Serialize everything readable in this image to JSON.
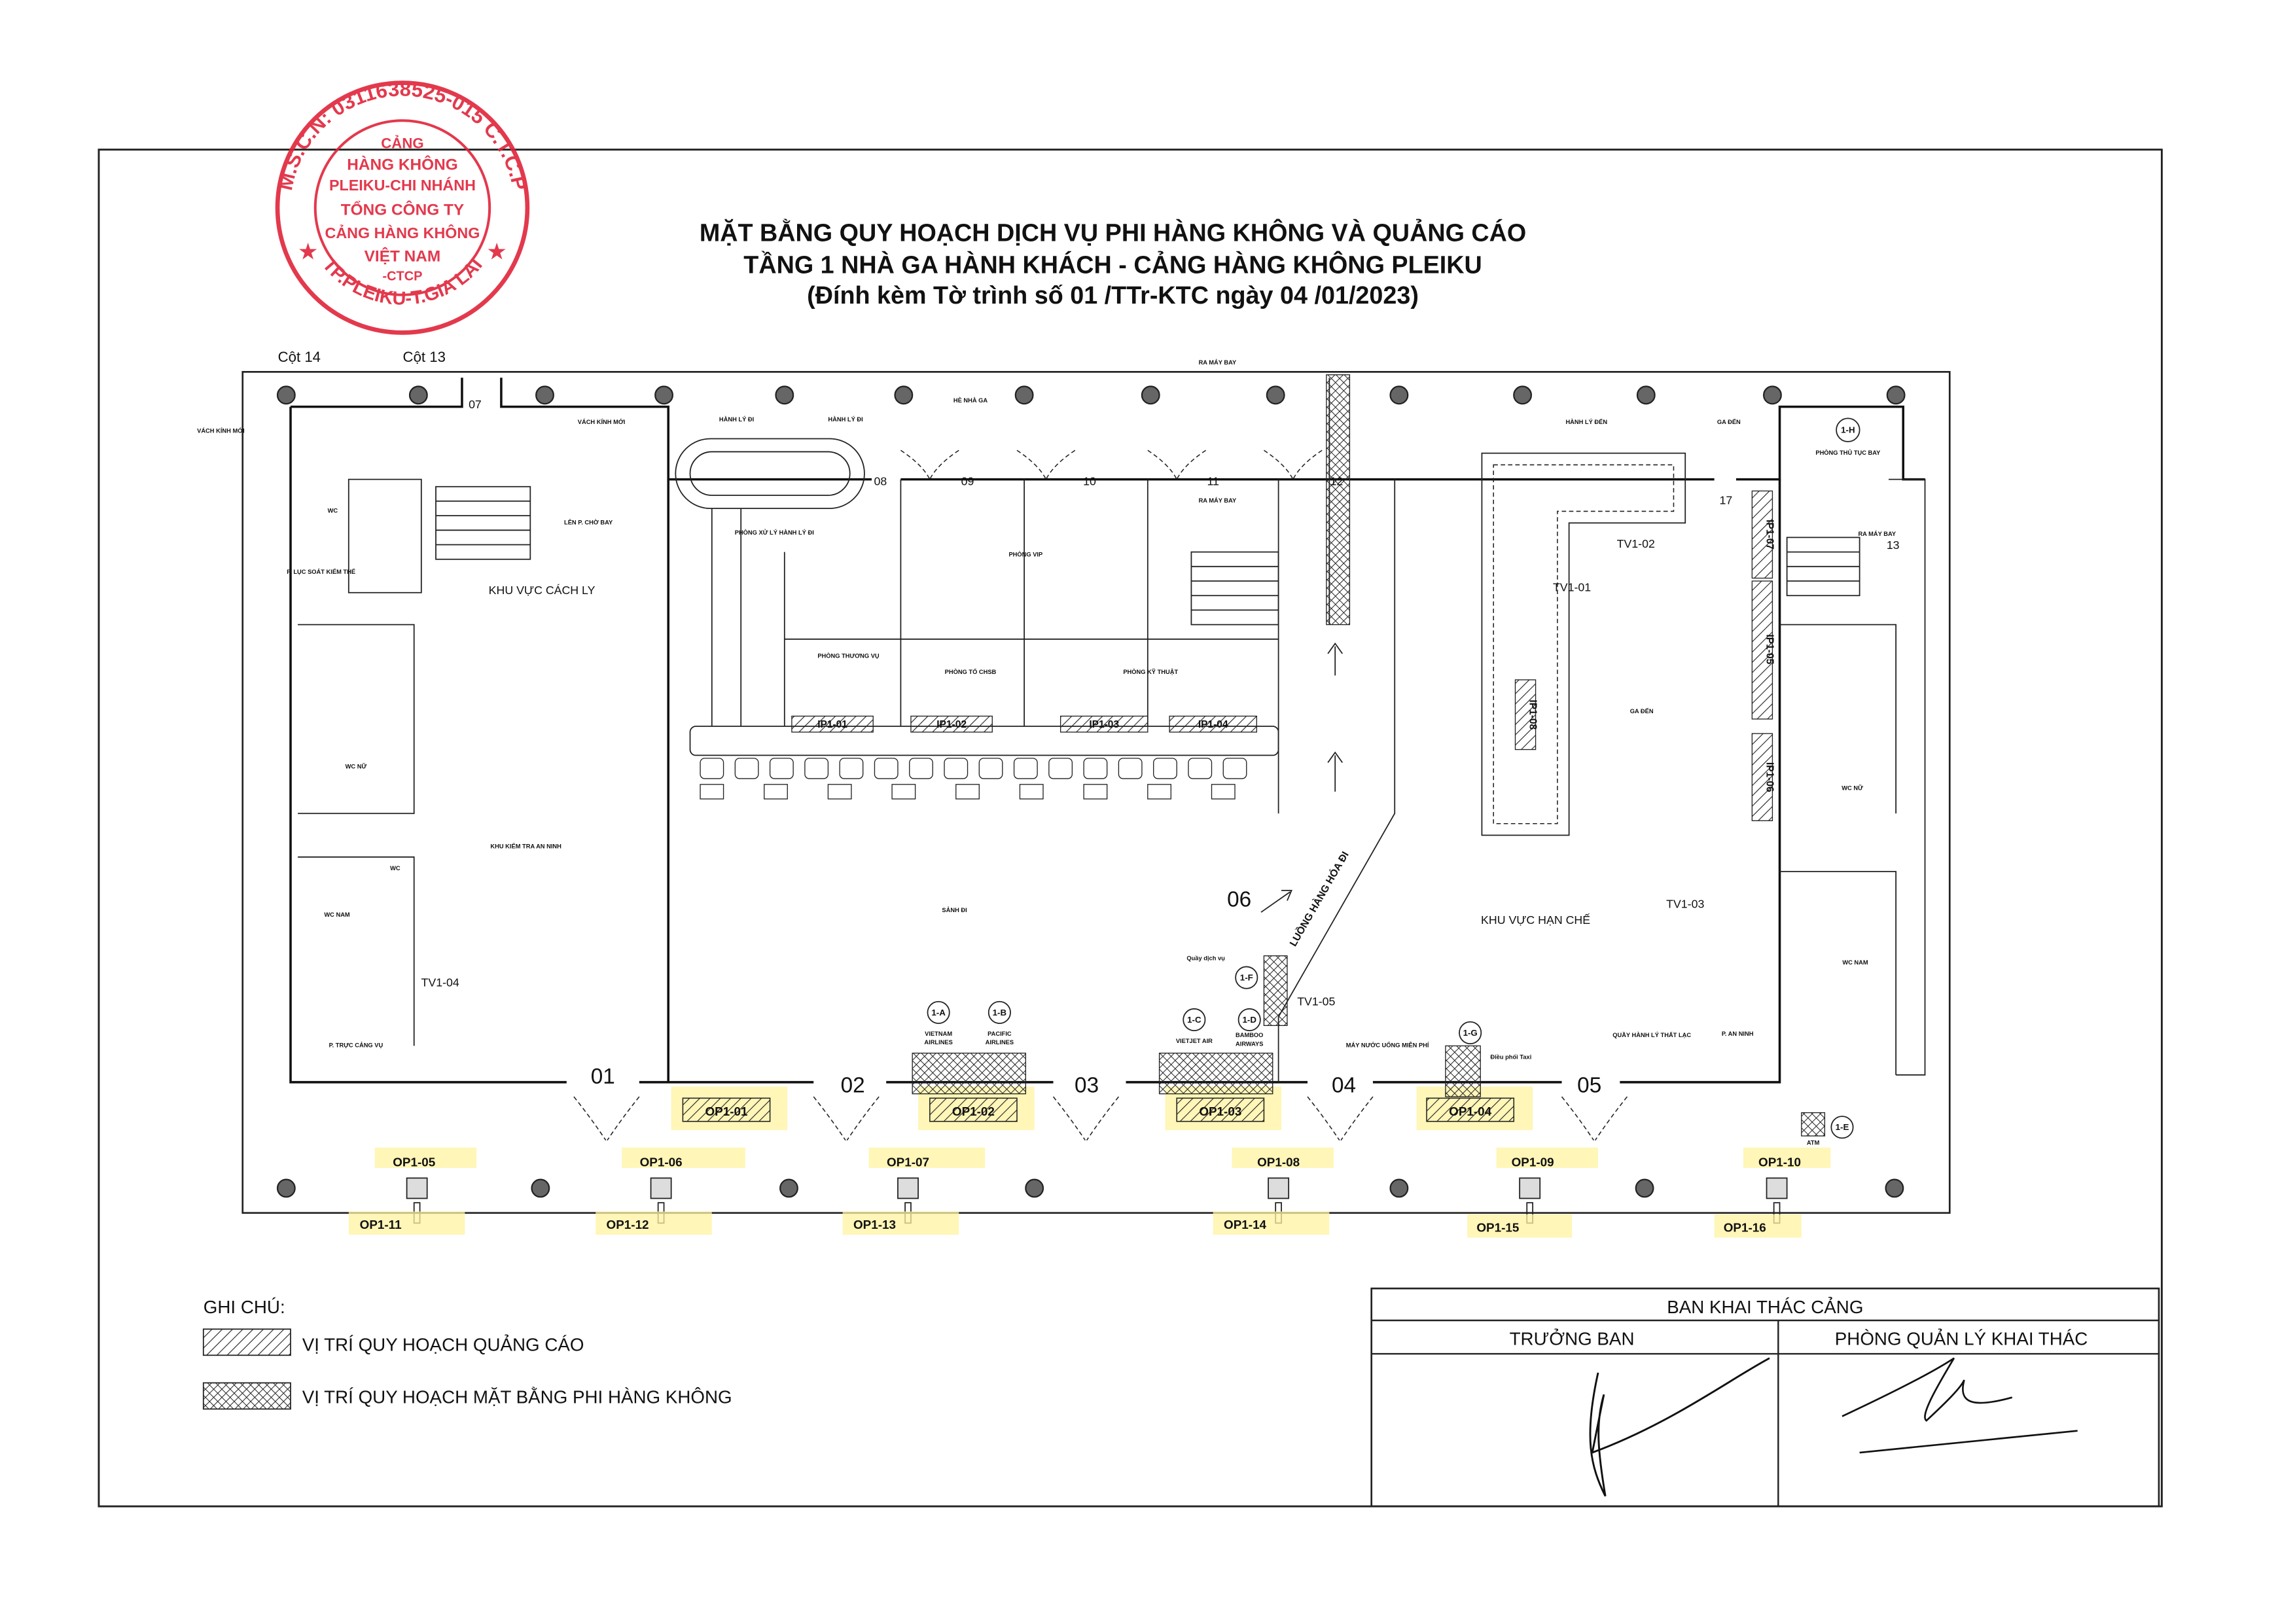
{
  "document": {
    "title_line1": "MẶT BẰNG QUY HOẠCH DỊCH VỤ PHI HÀNG KHÔNG VÀ QUẢNG CÁO",
    "title_line2": "TẦNG 1 NHÀ GA HÀNH KHÁCH - CẢNG HÀNG KHÔNG PLEIKU",
    "title_line3": "(Đính kèm Tờ trình số 01 /TTr-KTC ngày 04 /01/2023)"
  },
  "stamp": {
    "ring_text": "M.S.C.N: 0311638525-015 C.T.C.P",
    "bottom_text": "TP.PLEIKU-T.GIA LAI",
    "lines": [
      "CẢNG",
      "HÀNG KHÔNG",
      "PLEIKU-CHI NHÁNH",
      "TỔNG CÔNG TY",
      "CẢNG HÀNG KHÔNG",
      "VIỆT NAM",
      "-CTCP"
    ],
    "color": "#e0243a"
  },
  "plan": {
    "columns": [
      "Cột 14",
      "Cột 13"
    ],
    "gates": [
      "01",
      "02",
      "03",
      "04",
      "05",
      "06",
      "07",
      "08",
      "09",
      "10",
      "11",
      "12",
      "17",
      "13"
    ],
    "areas": {
      "isolation": "KHU VỰC CÁCH LY",
      "departure_hall": "SẢNH ĐI",
      "restricted": "KHU VỰC HẠN CHẾ",
      "arrival": "GA ĐẾN",
      "vip": "PHÒNG VIP",
      "commerce": "PHÒNG THƯƠNG VỤ",
      "chsb": "PHÒNG TỔ CHSB",
      "technical": "PHÒNG KỸ THUẬT",
      "baggage_room": "PHÒNG XỬ LÝ HÀNH LÝ ĐI",
      "checkin_room": "PHÒNG THỦ TỤC BAY",
      "security_check": "KHU KIỂM TRA AN NINH",
      "search_room": "P. LỤC SOÁT KIỂM THỂ",
      "port_duty": "P. TRỰC CẢNG VỤ",
      "security_room": "P. AN NINH",
      "lost_baggage": "QUẦY HÀNH LÝ THẤT LẠC",
      "water": "MÁY NƯỚC UỐNG MIỄN PHÍ",
      "wc_female": "WC NỮ",
      "wc_male": "WC NAM",
      "wc": "WC",
      "cargo_flow": "LUỒNG HÀNG HÓA ĐI",
      "to_aircraft": "RA MÁY BAY",
      "baggage_out": "HÀNH LÝ ĐI",
      "baggage_in": "HÀNH LÝ ĐẾN",
      "glass_wall": "VÁCH KÍNH MỚI",
      "upstairs": "LÊN P. CHỜ BAY",
      "terrace": "HÈ NHÀ GA",
      "taxi": "Điều phối Taxi",
      "service_counter": "Quầy dịch vụ",
      "atm": "ATM"
    },
    "airlines": [
      {
        "code": "1-A",
        "name_1": "VIETNAM",
        "name_2": "AIRLINES"
      },
      {
        "code": "1-B",
        "name_1": "PACIFIC",
        "name_2": "AIRLINES"
      },
      {
        "code": "1-C",
        "name_1": "VIETJET AIR",
        "name_2": ""
      },
      {
        "code": "1-D",
        "name_1": "BAMBOO",
        "name_2": "AIRWAYS"
      }
    ],
    "zones": [
      "1-E",
      "1-F",
      "1-G",
      "1-H"
    ],
    "tv": [
      "TV1-01",
      "TV1-02",
      "TV1-03",
      "TV1-04",
      "TV1-05"
    ],
    "ip": [
      "IP1-01",
      "IP1-02",
      "IP1-03",
      "IP1-04",
      "IP1-05",
      "IP1-06",
      "IP1-07",
      "IP1-08"
    ],
    "op_inner": [
      "OP1-01",
      "OP1-02",
      "OP1-03",
      "OP1-04"
    ],
    "op_outer_top": [
      "OP1-05",
      "OP1-06",
      "OP1-07",
      "OP1-08",
      "OP1-09",
      "OP1-10"
    ],
    "op_outer_bottom": [
      "OP1-11",
      "OP1-12",
      "OP1-13",
      "OP1-14",
      "OP1-15",
      "OP1-16"
    ],
    "highlight_color": "#fff3a0"
  },
  "legend": {
    "title": "GHI CHÚ:",
    "items": [
      {
        "label": "VỊ TRÍ QUY HOẠCH QUẢNG CÁO",
        "pattern": "hatch"
      },
      {
        "label": "VỊ TRÍ QUY HOẠCH MẶT BẰNG PHI HÀNG KHÔNG",
        "pattern": "crosshatch"
      }
    ]
  },
  "signature_table": {
    "header": "BAN KHAI THÁC CẢNG",
    "col_left": "TRƯỞNG BAN",
    "col_right": "PHÒNG QUẢN LÝ KHAI THÁC"
  }
}
